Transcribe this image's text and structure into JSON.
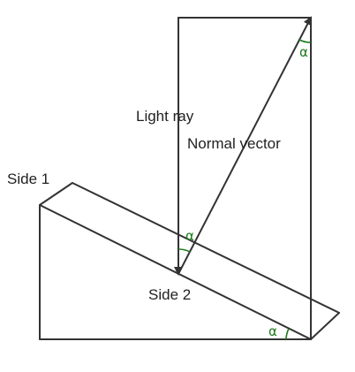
{
  "labels": {
    "side1": "Side 1",
    "side2": "Side 2",
    "light_ray": "Light ray",
    "normal_vector": "Normal vector"
  },
  "angles": {
    "top": "α",
    "middle": "α",
    "bottom": "α"
  },
  "colors": {
    "lines": "#333333",
    "angle": "#1a7a1a",
    "text": "#222222"
  }
}
